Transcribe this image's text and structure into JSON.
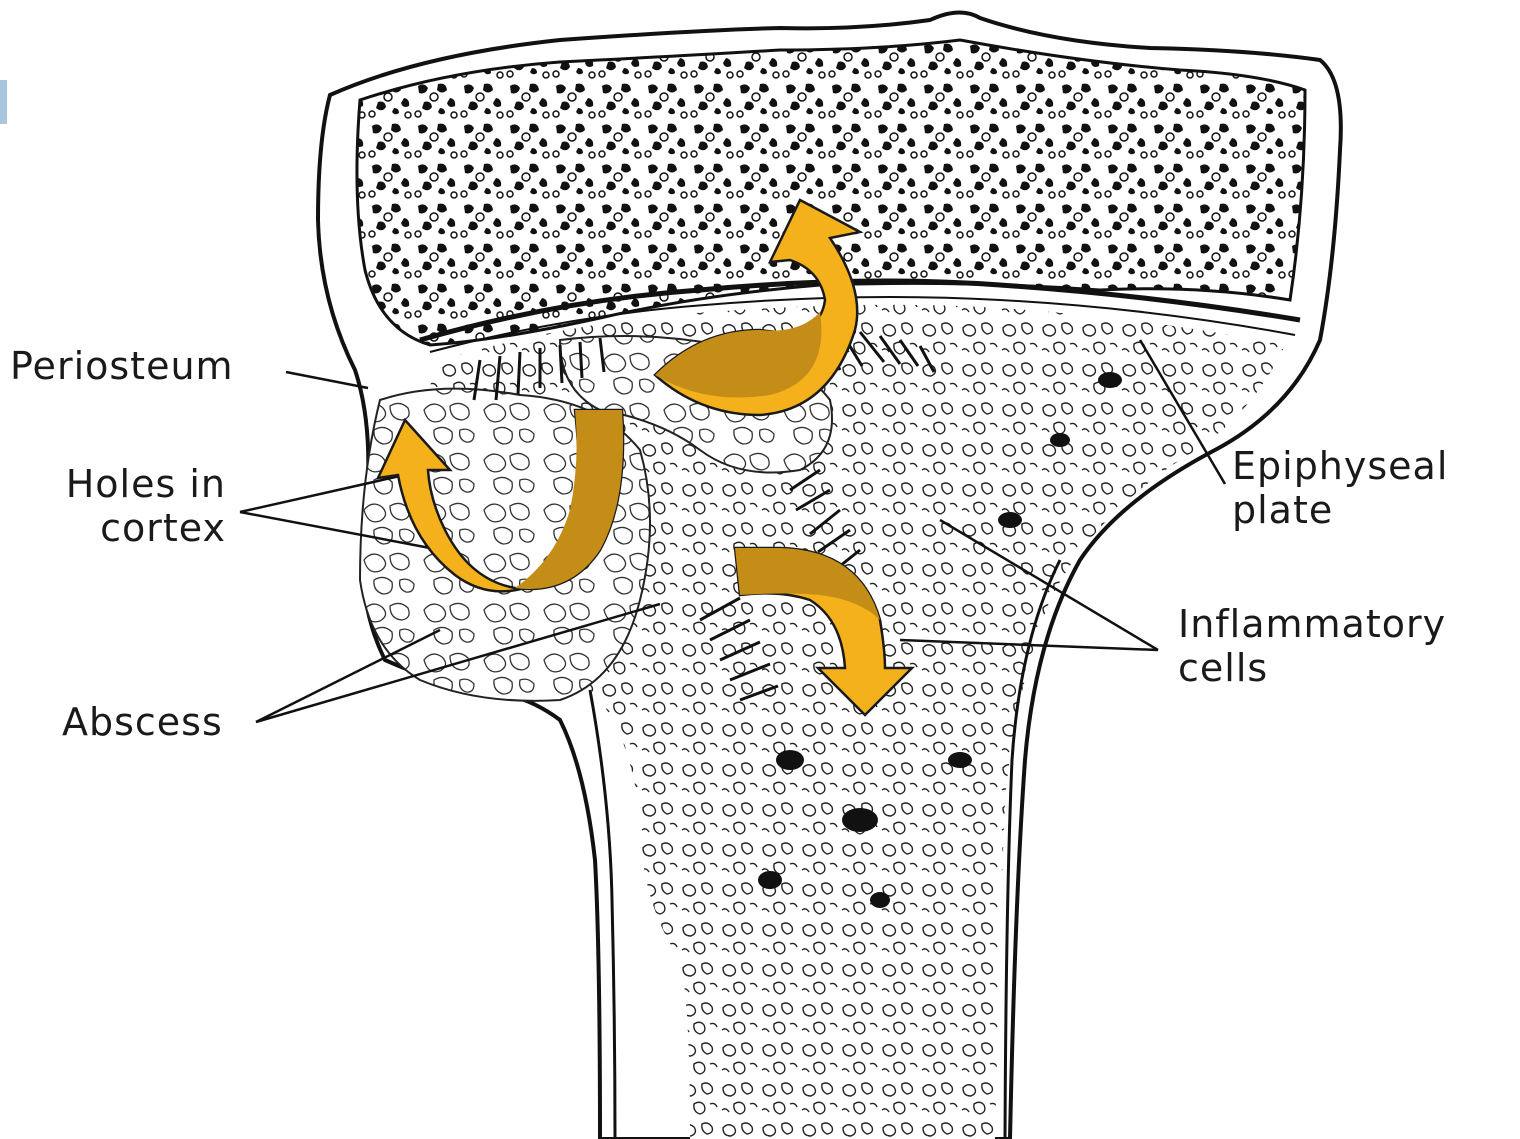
{
  "labels": {
    "periosteum": "Periosteum",
    "holes_in_cortex": [
      "Holes in",
      "cortex"
    ],
    "abscess": "Abscess",
    "epiphyseal_plate": [
      "Epiphyseal",
      "plate"
    ],
    "inflammatory_cells": [
      "Inflammatory",
      "cells"
    ]
  },
  "colors": {
    "arrow_fill": "#f4b11c",
    "arrow_shade": "#c38d18",
    "arrow_outline": "#1a1a1a",
    "ink": "#111111",
    "accent_bar": "#a9c6dc"
  }
}
